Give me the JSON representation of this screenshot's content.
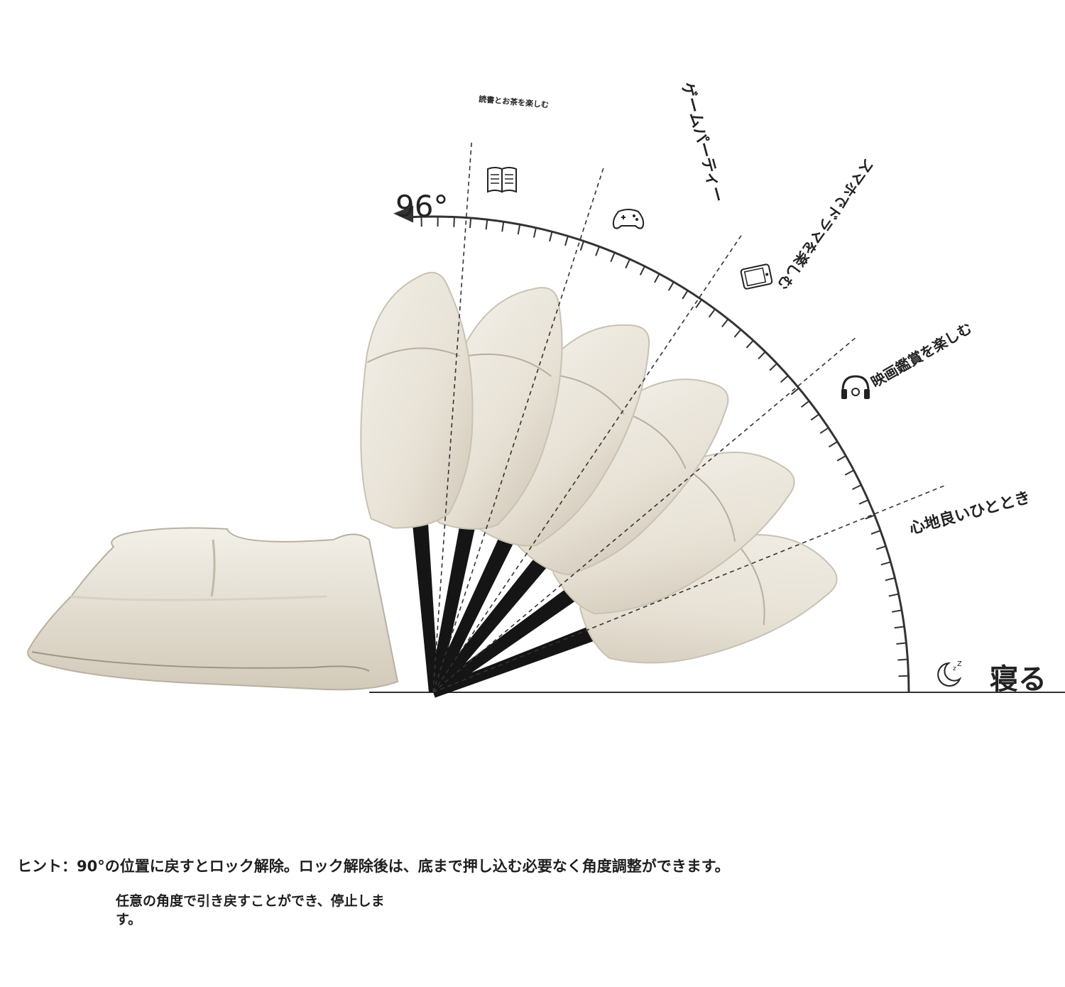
{
  "diagram": {
    "angle_max_label": "96°",
    "positions": [
      {
        "id": "reading",
        "label": "読書とお茶を楽しむ",
        "icon": "book-icon"
      },
      {
        "id": "gaming",
        "label": "ゲームパーティー",
        "icon": "gamepad-icon"
      },
      {
        "id": "phone",
        "label": "スマホでドラマを楽しむ",
        "icon": "phone-icon"
      },
      {
        "id": "movie",
        "label": "映画鑑賞を楽しむ",
        "icon": "headphones-icon"
      },
      {
        "id": "relax",
        "label": "心地良いひととき",
        "icon": "none"
      },
      {
        "id": "sleep",
        "label": "寝る",
        "icon": "moon-icon"
      }
    ]
  },
  "hint": {
    "line1": "ヒント：90°の位置に戻すとロック解除。ロック解除後は、底まで押し込む必要なく角度調整ができます。",
    "line2": "任意の角度で引き戻すことができ、停止します。"
  },
  "colors": {
    "cushion": "#ece7dc",
    "cushion_shadow": "#c9c2b2",
    "strap": "#151515",
    "line": "#333333"
  }
}
